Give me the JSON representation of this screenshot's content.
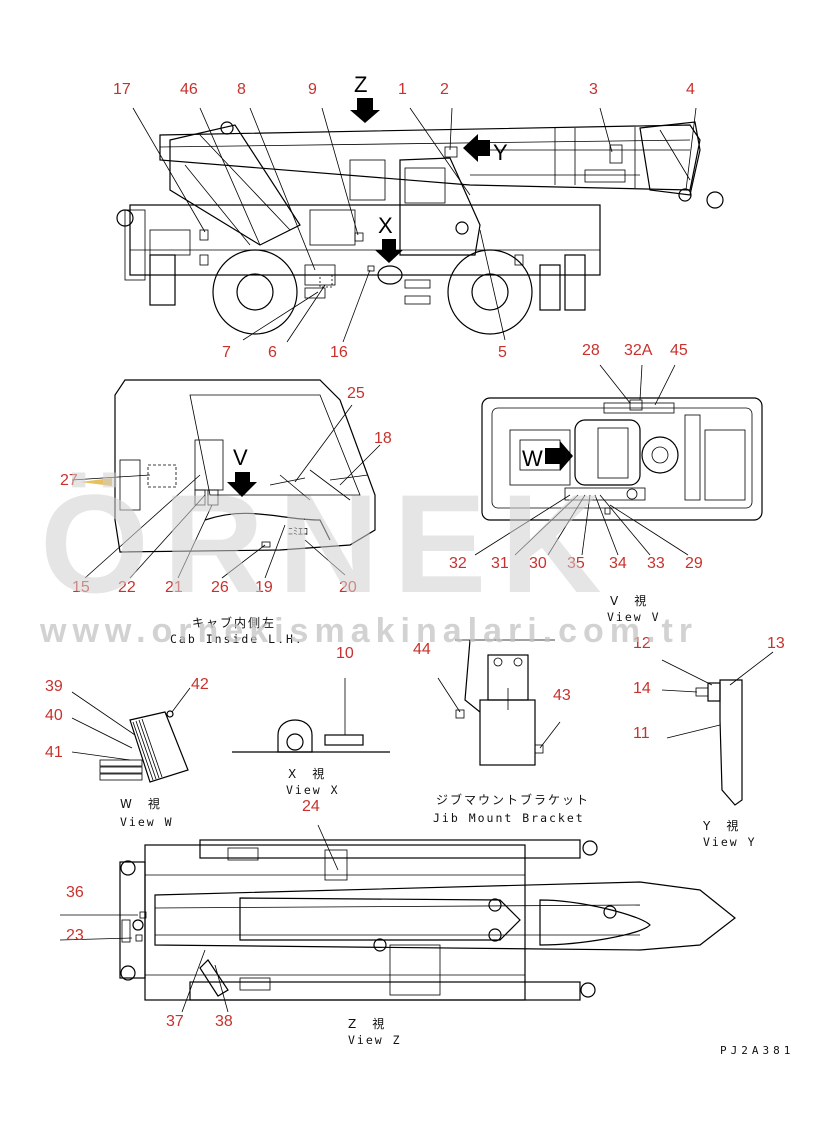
{
  "callouts": {
    "c1": "1",
    "c2": "2",
    "c3": "3",
    "c4": "4",
    "c5": "5",
    "c6": "6",
    "c7": "7",
    "c8": "8",
    "c9": "9",
    "c10": "10",
    "c11": "11",
    "c12": "12",
    "c13": "13",
    "c14": "14",
    "c15": "15",
    "c16": "16",
    "c17": "17",
    "c18": "18",
    "c19": "19",
    "c20": "20",
    "c21": "21",
    "c22": "22",
    "c23": "23",
    "c24": "24",
    "c25": "25",
    "c26": "26",
    "c27": "27",
    "c28": "28",
    "c29": "29",
    "c30": "30",
    "c31": "31",
    "c32": "32",
    "c32a": "32A",
    "c33": "33",
    "c34": "34",
    "c35": "35",
    "c36": "36",
    "c37": "37",
    "c38": "38",
    "c39": "39",
    "c40": "40",
    "c41": "41",
    "c42": "42",
    "c43": "43",
    "c44": "44",
    "c45": "45",
    "c46": "46"
  },
  "view_letters": {
    "z": "Z",
    "x": "X",
    "y": "Y",
    "v": "V",
    "w": "W"
  },
  "captions": {
    "cab_jp": "キャブ内側左",
    "cab_en": "Cab Inside L.H.",
    "view_v_jp": "V　視",
    "view_v_en": "View V",
    "view_x_jp": "X　視",
    "view_x_en": "View X",
    "view_w_jp": "W　視",
    "view_w_en": "View W",
    "jib_jp": "ジブマウントブラケット",
    "jib_en": "Jib Mount Bracket",
    "view_y_jp": "Y　視",
    "view_y_en": "View Y",
    "view_z_jp": "Z　視",
    "view_z_en": "View Z"
  },
  "drawing_code": "PJ2A381",
  "watermark": {
    "brand": "ÖRNEK",
    "url": "www.ornekismakinalari.com.tr"
  },
  "colors": {
    "callout": "#c8322d",
    "line": "#000000",
    "watermark": "#d0d0d0"
  }
}
